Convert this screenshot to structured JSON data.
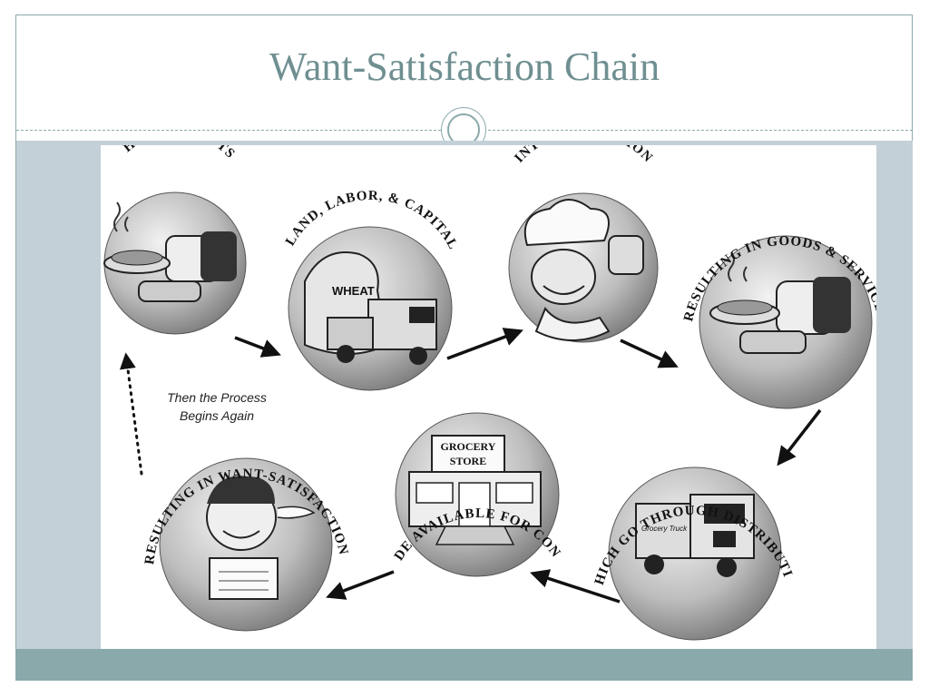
{
  "slide": {
    "title": "Want-Satisfaction Chain"
  },
  "diagram": {
    "stages": [
      {
        "id": "human-wants",
        "label": "HUMAN WANTS"
      },
      {
        "id": "resources",
        "label": "LAND, LABOR, & CAPITAL"
      },
      {
        "id": "production",
        "label": "INTO PRODUCTION"
      },
      {
        "id": "goods-services",
        "label": "RESULTING IN GOODS & SERVICES"
      },
      {
        "id": "distribution",
        "label": "WHICH GO THROUGH DISTRIBUTION"
      },
      {
        "id": "consumption",
        "label": "GOODS MADE AVAILABLE FOR CONSUMPTION"
      },
      {
        "id": "want-satisfaction",
        "label": "RESULTING IN WANT-SATISFACTION"
      }
    ],
    "restart_note": [
      "Then the Process",
      "Begins Again"
    ],
    "sack_text": "WHEAT",
    "store_sign": [
      "GROCERY",
      "STORE"
    ],
    "truck_text": "Grocery Truck"
  }
}
